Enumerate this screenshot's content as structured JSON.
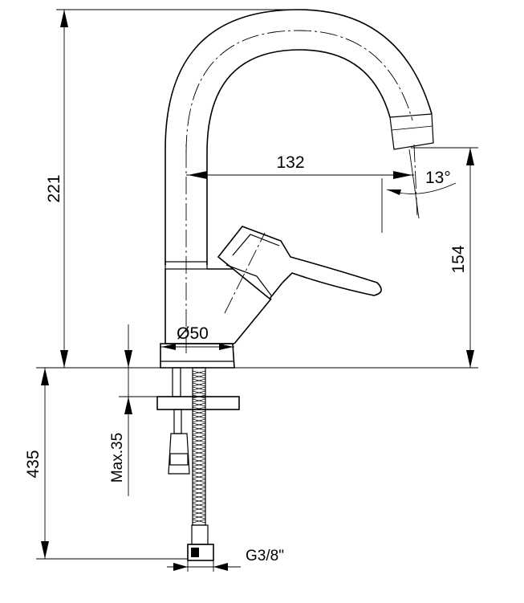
{
  "dimensions": {
    "height_total": "221",
    "spout_reach": "132",
    "spout_angle": "13°",
    "spout_height": "154",
    "base_diameter": "Ø50",
    "shank_length": "435",
    "max_deck_thickness": "Max.35",
    "connection_thread": "G3/8\""
  }
}
